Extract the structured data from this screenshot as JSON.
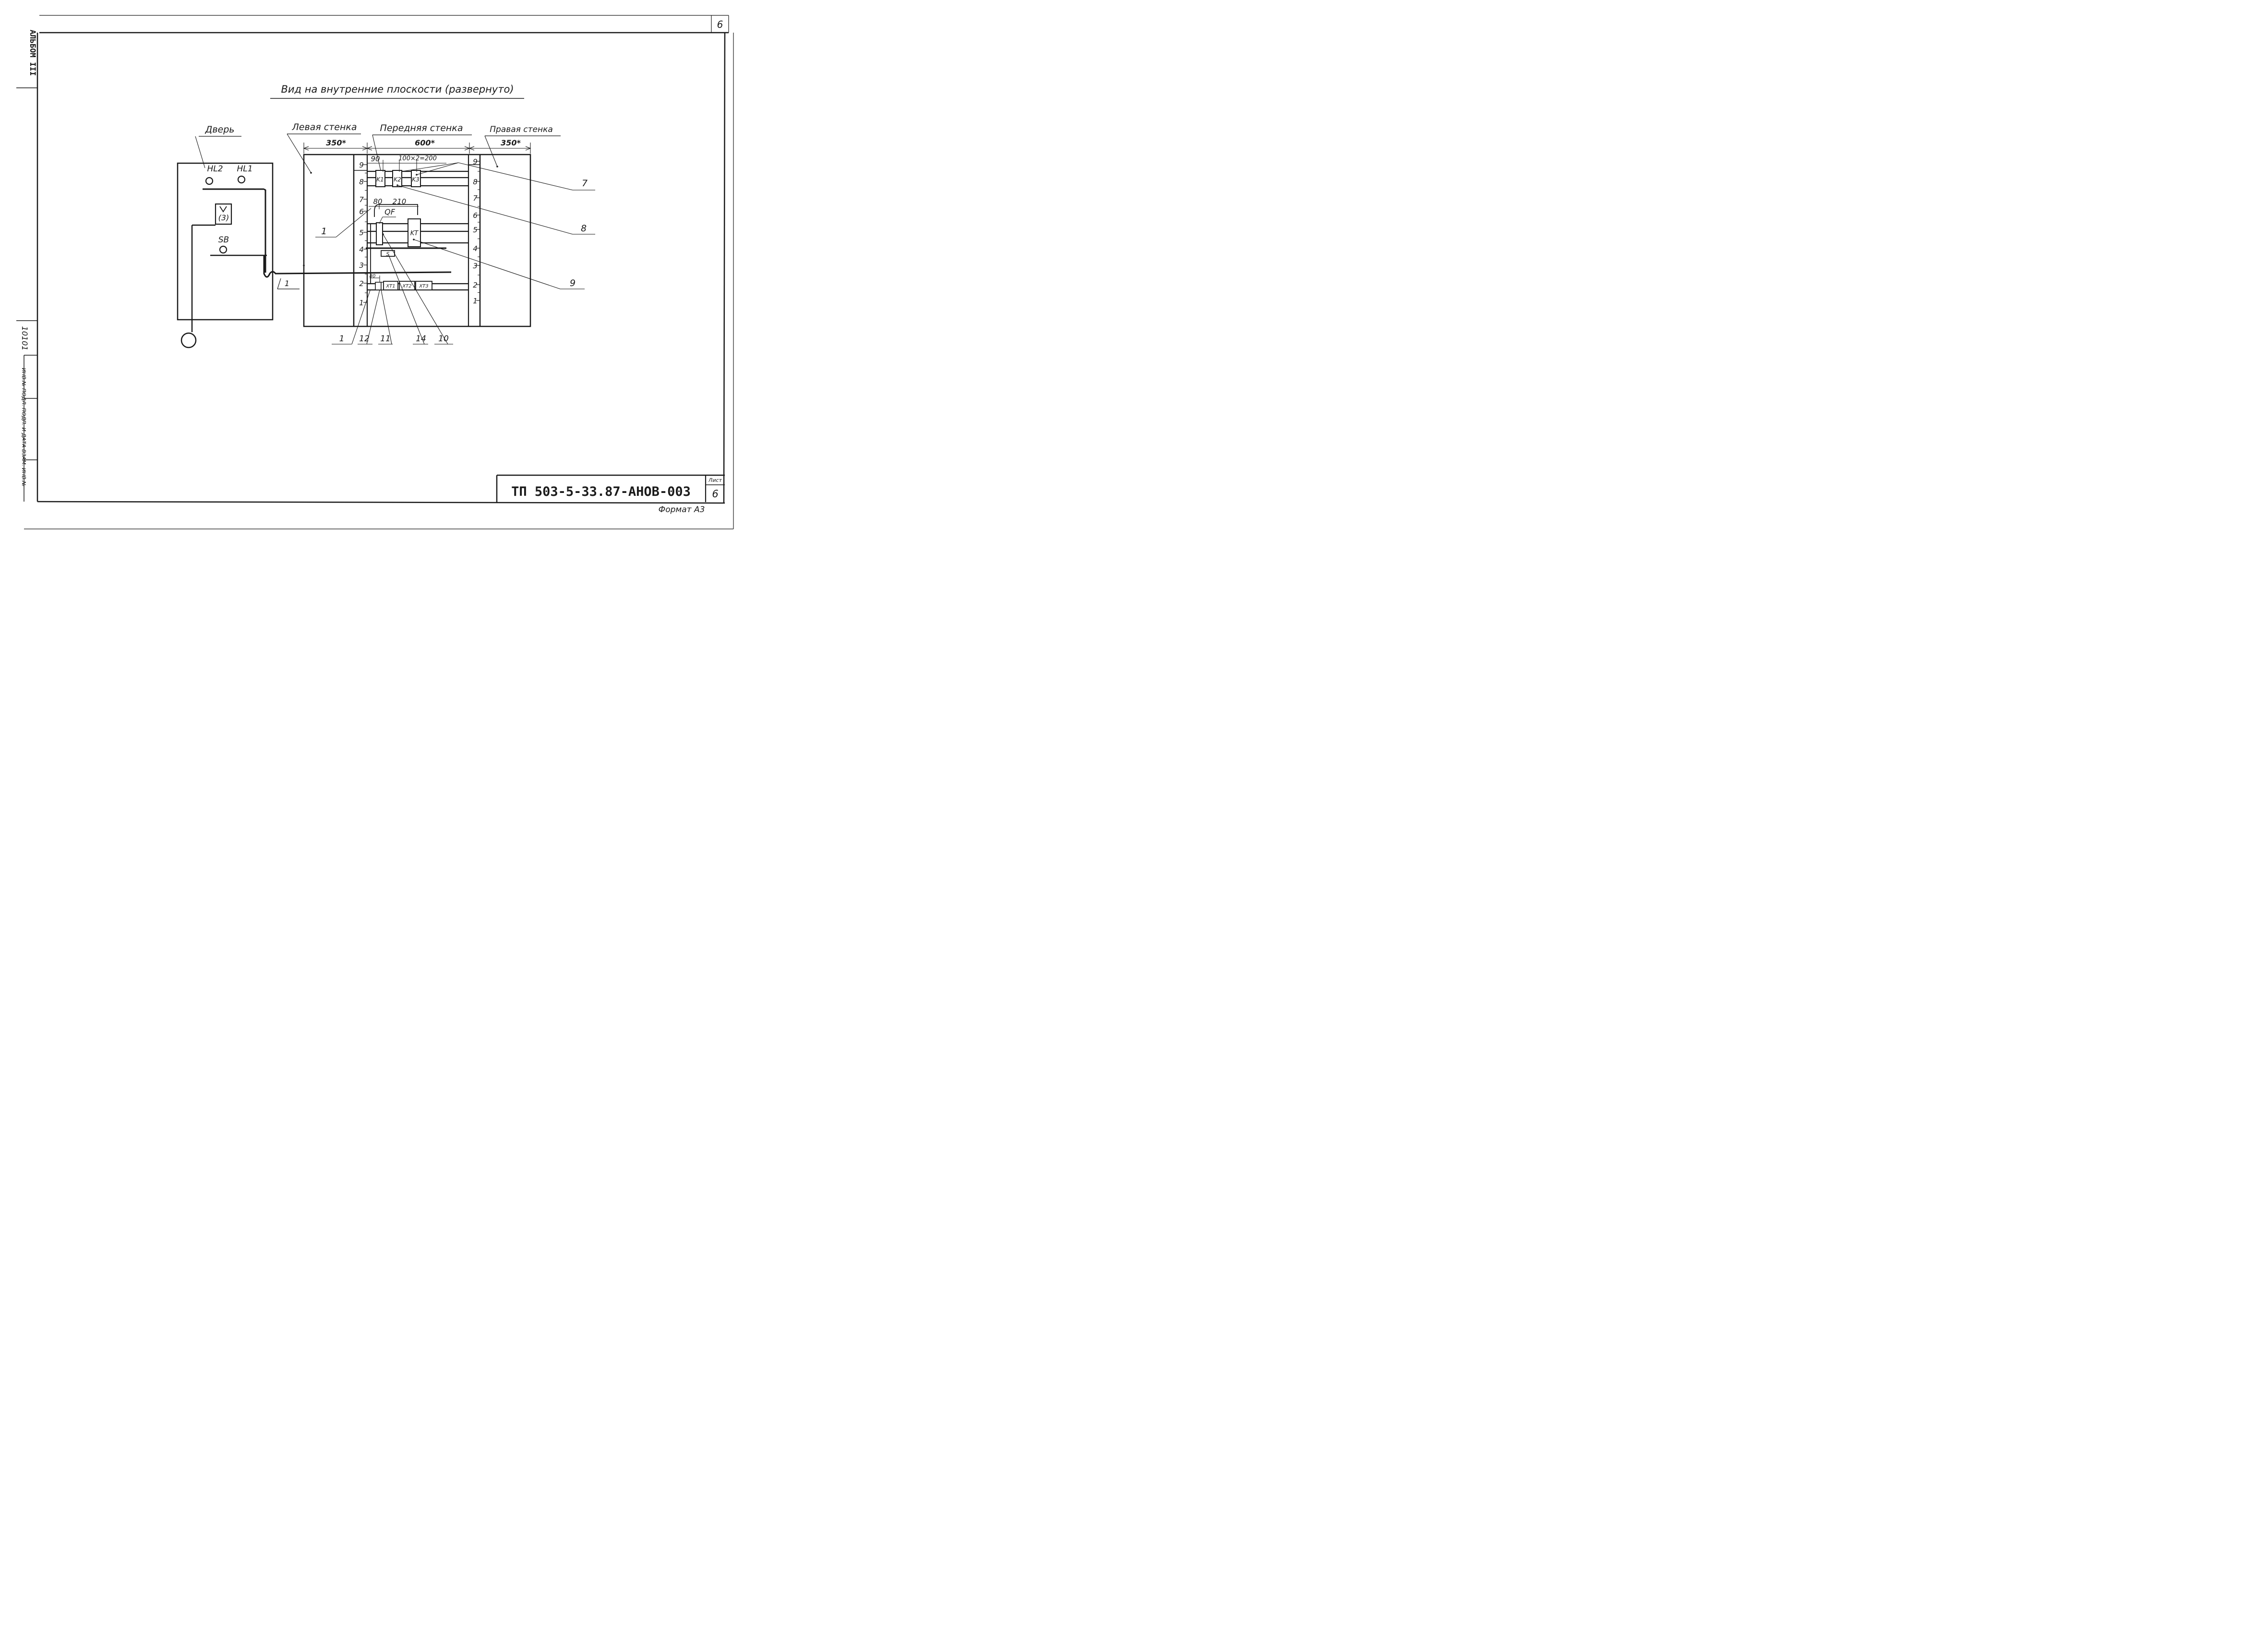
{
  "sheet": {
    "page_number": "6",
    "album_label": "АЛЬБОМ III",
    "inv_label": "ИНВ.№ ПОДЛ.  ПОДП. И ДАТА  ВЗАМ. ИНВ.№",
    "inv_number": "10101",
    "title": "Вид на внутренние плоскости (развернуто)",
    "doc_code": "ТП 503-5-33.87-АНОВ-003",
    "list_label": "Лист",
    "list_number": "6",
    "format": "Формат А3"
  },
  "door": {
    "label": "Дверь",
    "hl2": "HL2",
    "hl1": "HL1",
    "button_num": "(3)",
    "sb": "SB",
    "cable_num": "1"
  },
  "walls": {
    "left": "Левая стенка",
    "front": "Передняя стенка",
    "right": "Правая стенка",
    "dim_left": "350*",
    "dim_front": "600*",
    "dim_right": "350*",
    "dim_90": "90",
    "dim_100": "100×2=200",
    "dim_80": "80",
    "dim_210": "210",
    "dim_80_small": "80"
  },
  "rack_scale": [
    "9",
    "8",
    "7",
    "6",
    "5",
    "4",
    "3",
    "2",
    "1"
  ],
  "devices": {
    "k1": "K1",
    "k2": "K2",
    "k3": "K3",
    "qf": "QF",
    "kt": "KT",
    "s": "S",
    "xt1": "XT1",
    "xt2": "XT2",
    "xt3": "XT3"
  },
  "callouts": {
    "c1a": "1",
    "c1b": "1",
    "c7": "7",
    "c8": "8",
    "c9": "9",
    "c10": "10",
    "c11": "11",
    "c12": "12",
    "c14": "14"
  }
}
